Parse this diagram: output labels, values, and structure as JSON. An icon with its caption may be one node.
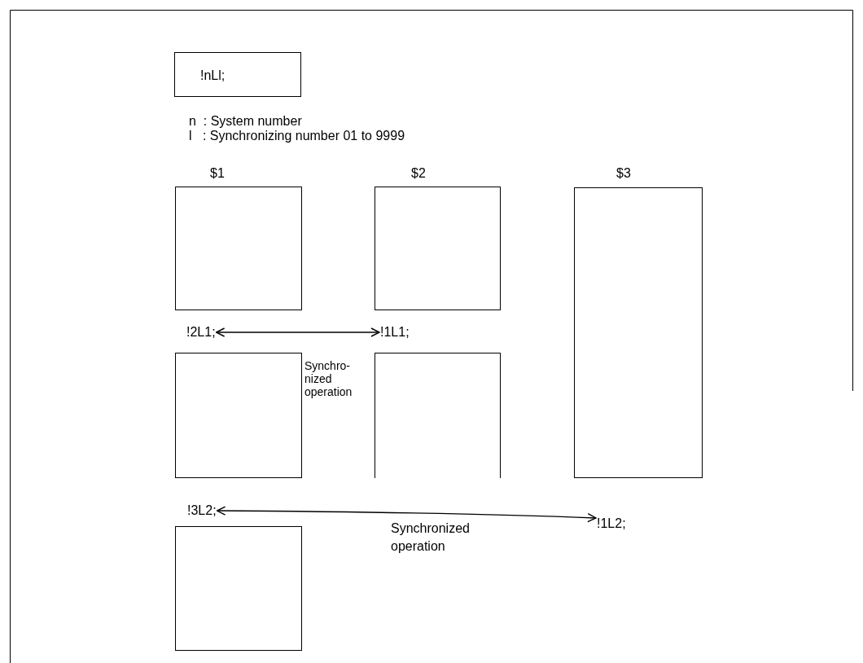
{
  "diagram": {
    "nodes": [
      {
        "text": [
          "!nLl;"
        ]
      },
      {
        "text": [],
        "shape": "box"
      },
      {
        "text": [],
        "shape": "box"
      },
      {
        "text": [],
        "shape": "box"
      },
      {
        "text": [
          "!2L1;"
        ]
      },
      {
        "text": [
          "!1L1;"
        ]
      },
      {
        "text": [],
        "shape": "box"
      },
      {
        "text": [],
        "shape": "box"
      },
      {
        "text": [
          "!3L2;"
        ]
      },
      {
        "text": [
          "!1L2;"
        ]
      },
      {
        "text": [],
        "shape": "box"
      }
    ],
    "edges": [
      {
        "from": 4,
        "to": 5,
        "arrow": "both",
        "label": "Synchro-nized operation"
      },
      {
        "from": 8,
        "to": 9,
        "arrow": "both",
        "label": "Synchronized operation"
      }
    ],
    "labels": [
      "n  : System number",
      "l   : Synchronizing number 01 to 9999",
      "$1",
      "$2",
      "$3"
    ]
  }
}
